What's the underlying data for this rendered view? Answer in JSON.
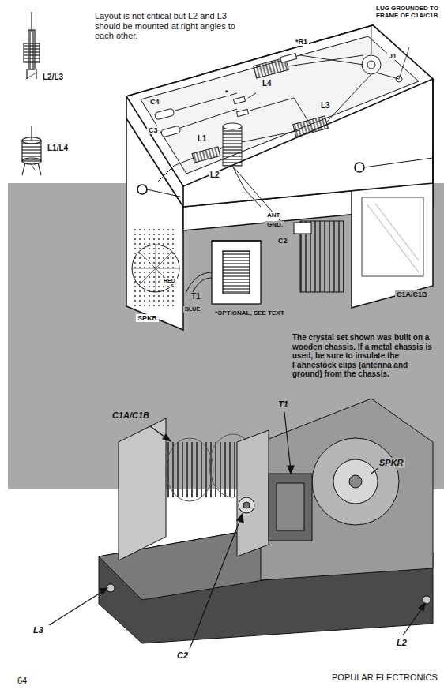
{
  "diagram": {
    "labels": [
      "Layout is not critical but L2 and L3 should be mounted at right angles to each other.",
      "L2/L3",
      "L1/L4",
      "LUG GROUNDED TO FRAME OF C1A/C1B",
      "*R1",
      "J1",
      "L4",
      "L3",
      "C4",
      "C3",
      "L1",
      "L2",
      "ANT.",
      "GND.",
      "C2",
      "*OPTIONAL, SEE TEXT",
      "C1A/C1B",
      "T1",
      "SPKR",
      "RED",
      "BLUE",
      "The crystal set shown was built on a wooden chassis. If a metal chassis is used, be sure to insulate the Fahnestock clips (antenna and ground) from the chassis.",
      "C1A/C1B",
      "T1",
      "SPKR",
      "L3",
      "C2",
      "L2",
      "64",
      "POPULAR ELECTRONICS",
      "*"
    ]
  }
}
